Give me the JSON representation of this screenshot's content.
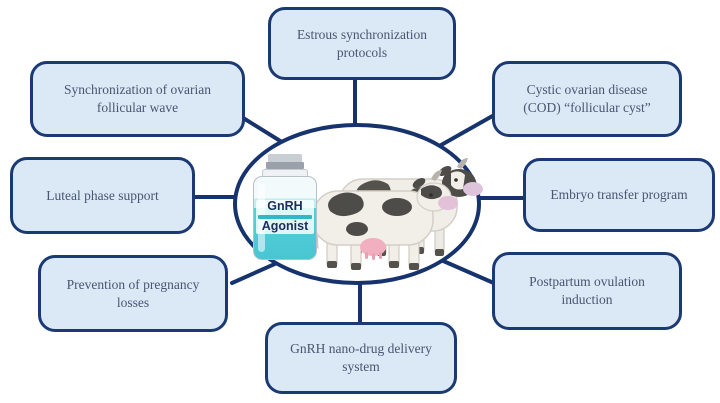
{
  "figure": {
    "title_hint": "GnRH agonist applications in cattle reproduction",
    "nodes": [
      {
        "label": "Estrous synchronization protocols",
        "position": "top"
      },
      {
        "label": "Synchronization of ovarian follicular wave",
        "position": "upper-left"
      },
      {
        "label": "Cystic ovarian disease (COD) “follicular cyst”",
        "position": "upper-right"
      },
      {
        "label": "Luteal phase support",
        "position": "left"
      },
      {
        "label": "Embryo transfer program",
        "position": "right"
      },
      {
        "label": "Prevention of pregnancy losses",
        "position": "lower-left"
      },
      {
        "label": "Postpartum ovulation induction",
        "position": "lower-right"
      },
      {
        "label": "GnRH nano-drug delivery system",
        "position": "bottom"
      }
    ],
    "center": {
      "vial": {
        "line1": "GnRH",
        "line2": "Agonist"
      }
    },
    "colors": {
      "node_fill": "#dbe8f5",
      "node_border": "#1b3a73",
      "connector": "#16336e",
      "node_text": "#475672",
      "ellipse_border": "#16336e",
      "vial_liquid": "#54d0da",
      "vial_cap": "#9aa1aa",
      "vial_label_text": "#1d2d5c"
    }
  }
}
